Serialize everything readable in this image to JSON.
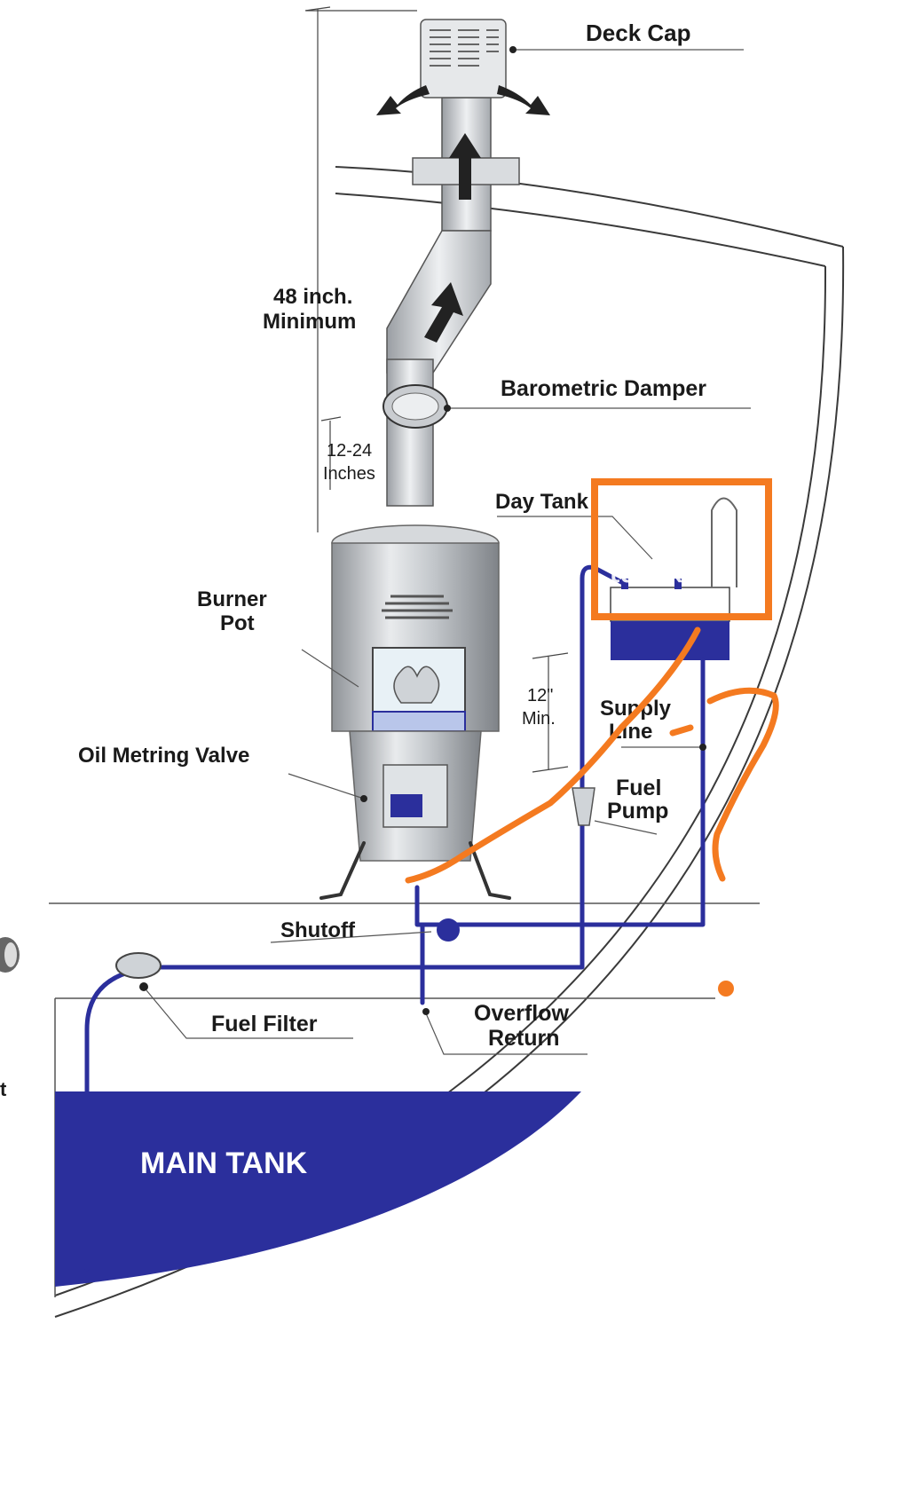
{
  "labels": {
    "deck_cap": "Deck Cap",
    "min_height_line1": "48 inch.",
    "min_height_line2": "Minimum",
    "barometric_damper": "Barometric Damper",
    "spacing_line1": "12-24",
    "spacing_line2": "Inches",
    "day_tank": "Day Tank",
    "burner_pot_line1": "Burner",
    "burner_pot_line2": "Pot",
    "oil_metering_valve": "Oil Metring Valve",
    "day_tank_min_line1": "12\"",
    "day_tank_min_line2": "Min.",
    "supply_line_line1": "Supply",
    "supply_line_line2": "Line",
    "fuel_pump_line1": "Fuel",
    "fuel_pump_line2": "Pump",
    "shutoff": "Shutoff",
    "fuel_filter": "Fuel Filter",
    "overflow_return_line1": "Overflow",
    "overflow_return_line2": "Return",
    "main_tank": "MAIN TANK",
    "cropped_edge_letter": "t"
  },
  "annotation": {
    "text": "tank",
    "color": "#f47a20"
  },
  "colors": {
    "fuel_blue": "#2b2f9c",
    "line": "#555555",
    "hull": "#3a3a3a",
    "annotation_orange": "#f47a20"
  }
}
